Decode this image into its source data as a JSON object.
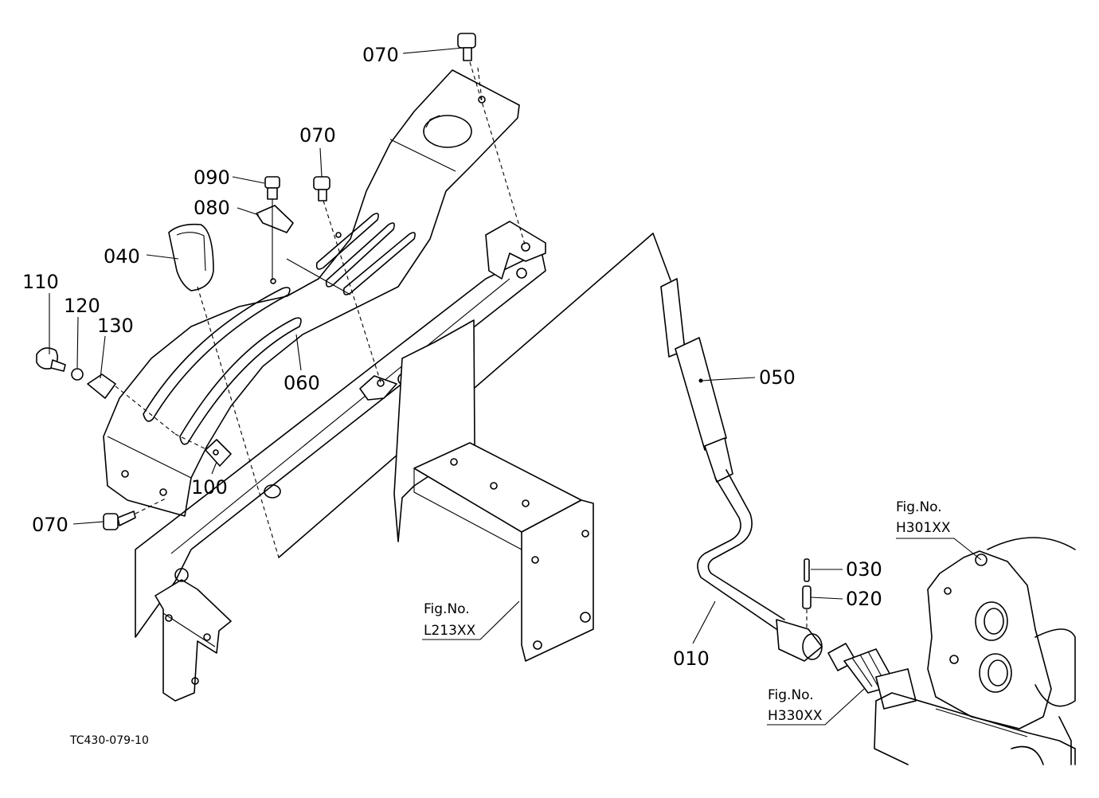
{
  "colors": {
    "line": "#000000",
    "background": "#ffffff"
  },
  "parts": {
    "p010": "010",
    "p020": "020",
    "p030": "030",
    "p040": "040",
    "p050": "050",
    "p060": "060",
    "p070_top": "070",
    "p070_mid": "070",
    "p070_left": "070",
    "p080": "080",
    "p090": "090",
    "p100": "100",
    "p110": "110",
    "p120": "120",
    "p130": "130"
  },
  "figure_refs": {
    "h301": {
      "line1": "Fig.No.",
      "line2": "H301XX"
    },
    "l213": {
      "line1": "Fig.No.",
      "line2": "L213XX"
    },
    "h330": {
      "line1": "Fig.No.",
      "line2": "H330XX"
    }
  },
  "drawing_code": "TC430-079-10"
}
